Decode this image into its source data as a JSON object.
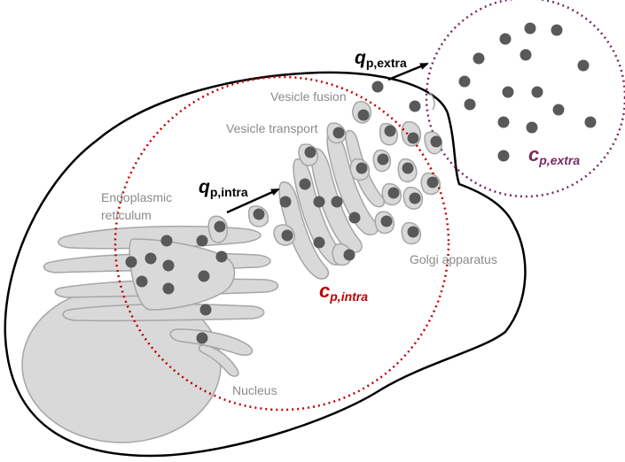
{
  "labels": {
    "vesicle_fusion": "Vesicle fusion",
    "vesicle_transport": "Vesicle transport",
    "er_line1": "Endoplasmic",
    "er_line2": "reticulum",
    "golgi": "Golgi apparatus",
    "nucleus": "Nucleus"
  },
  "fluxes": {
    "q_extra": {
      "symbol": "q",
      "subscript": "p,extra"
    },
    "q_intra": {
      "symbol": "q",
      "subscript": "p,intra"
    }
  },
  "concentrations": {
    "c_intra": {
      "symbol": "c",
      "subscript": "p,intra",
      "color": "#c00000"
    },
    "c_extra": {
      "symbol": "c",
      "subscript": "p,extra",
      "color": "#7a2a62"
    }
  },
  "colors": {
    "particle": "#595959",
    "organelle_fill": "#d9d9d9",
    "organelle_stroke": "#a6a6a6",
    "intra_boundary": "#c00000",
    "extra_boundary": "#7a2a62"
  }
}
